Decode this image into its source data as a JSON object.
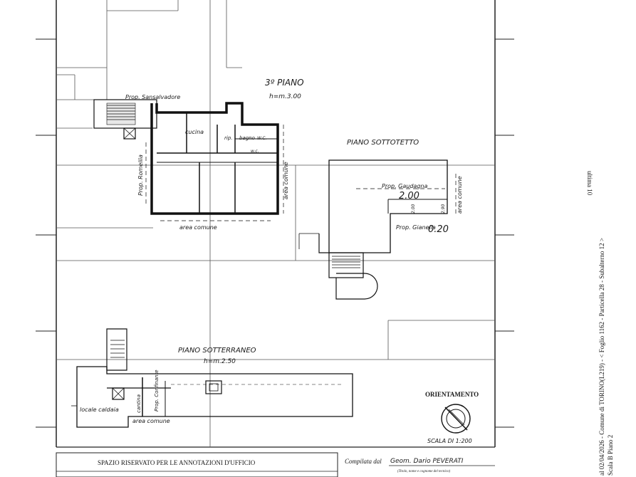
{
  "floors": {
    "third": {
      "title": "3º PIANO",
      "height": "h=m.3.00"
    },
    "attic": {
      "title": "PIANO SOTTOTETTO"
    },
    "basement": {
      "title": "PIANO SOTTERRANEO",
      "height": "h=m.2.50"
    }
  },
  "labels": {
    "prop_sansalvadore": "Prop. Sansalvadore",
    "cucina": "cucina",
    "rip": "rip.",
    "bagno": "bagno",
    "wc1": "W.C.",
    "wc2": "w.c.",
    "prop_romellia": "Prop. Romellia",
    "area_comune_v": "area comune",
    "area_comune_h": "area comune",
    "prop_gaudagna": "Prop. Gaudagna",
    "dim_200": "2.00",
    "dim_020": "0.20",
    "dim_small_1": "2.00",
    "dim_small_2": "2.90",
    "prop_gianella": "Prop. Gianella",
    "area_comune_attic": "area comune",
    "locale_caldaia": "locale caldaia",
    "cantina": "cantina",
    "prop_confinante": "Prop. Confinante",
    "area_comune_base": "area comune"
  },
  "orientamento": {
    "title": "ORIENTAMENTO",
    "scale": "SCALA DI 1:200"
  },
  "footer": {
    "office_box": "SPAZIO RISERVATO PER LE ANNOTAZIONI D'UFFICIO",
    "compilata_label": "Compilata dal",
    "compiler": "Geom. Dario PEVERATI",
    "compiler_note": "(Titolo, nome e cognome del tecnico)"
  },
  "margin_text": {
    "line1": "al 02/04/2026 - Comune di TORINO(L219) - < Foglio 1162 - Particella 28 - Subalterno 12 >",
    "line2": "Scala B Piano 2",
    "line3": "ultima 10"
  }
}
